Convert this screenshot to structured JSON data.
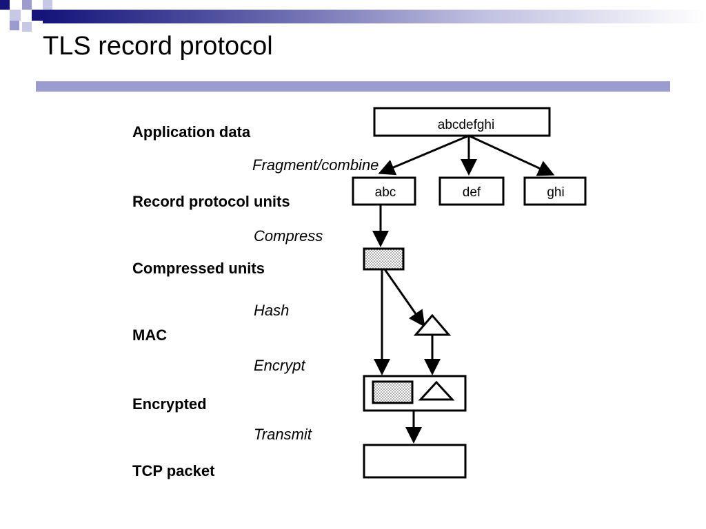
{
  "slide": {
    "title": "TLS record protocol",
    "accent_colors": {
      "navy": "#14147a",
      "lavender": "#9b9bcf",
      "light": "#bdbde0"
    }
  },
  "stages": [
    "Application data",
    "Record protocol units",
    "Compressed units",
    "MAC",
    "Encrypted",
    "TCP packet"
  ],
  "operations": [
    "Fragment/combine",
    "Compress",
    "Hash",
    "Encrypt",
    "Transmit"
  ],
  "diagram": {
    "input_text": "abcdefghi",
    "fragments": [
      "abc",
      "def",
      "ghi"
    ],
    "shapes": {
      "compressed": "dotted-rectangle",
      "mac": "triangle",
      "encrypted": "box-with-dotted-rectangle-and-triangle",
      "tcp_packet": "empty-box"
    }
  }
}
